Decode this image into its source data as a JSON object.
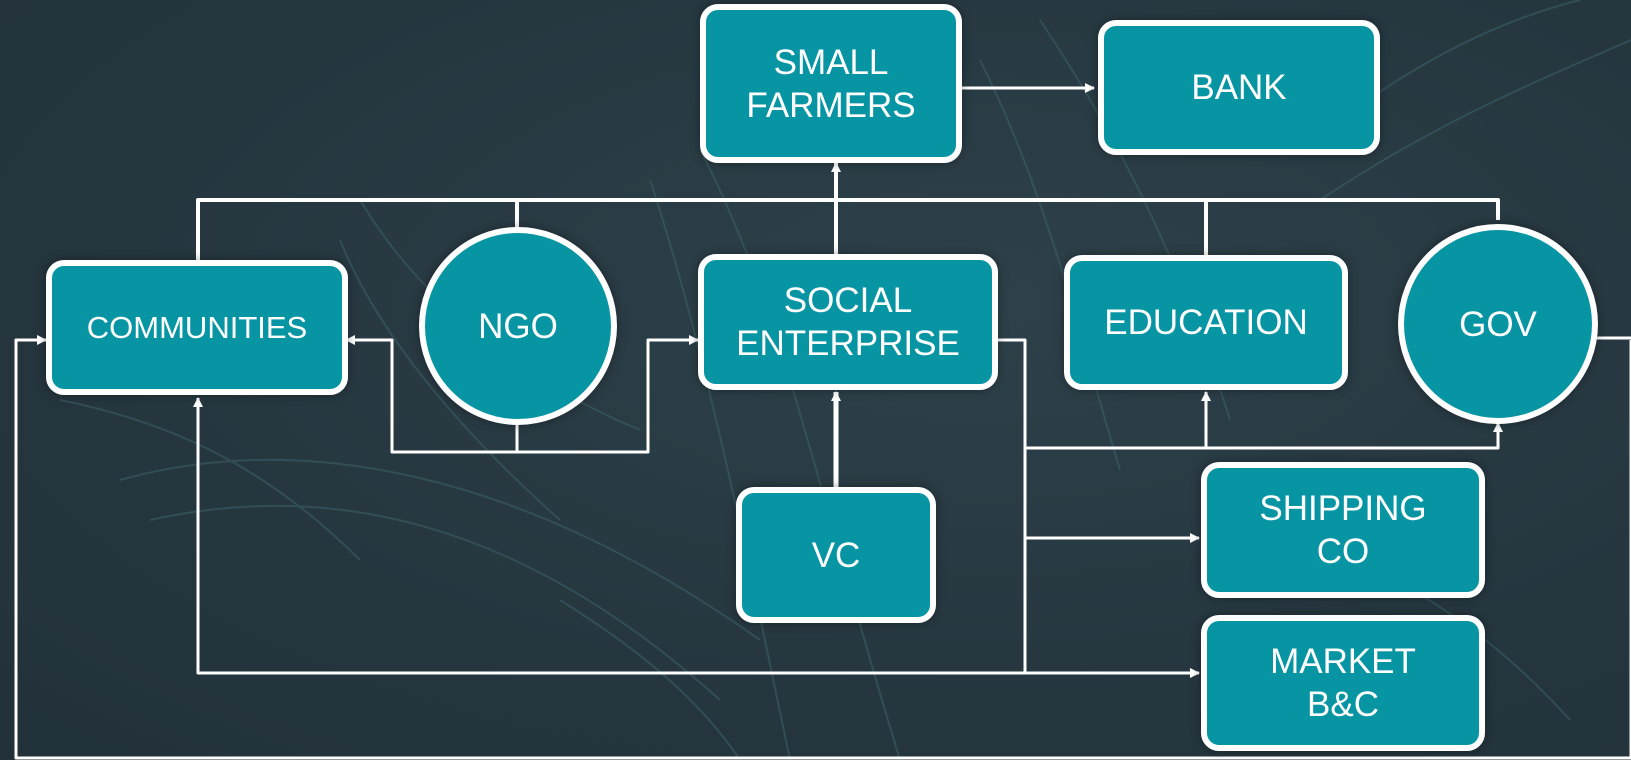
{
  "nodes": {
    "small_farmers": "SMALL\nFARMERS",
    "bank": "BANK",
    "communities": "COMMUNITIES",
    "ngo": "NGO",
    "social_enterprise": "SOCIAL\nENTERPRISE",
    "education": "EDUCATION",
    "gov": "GOV",
    "vc": "VC",
    "shipping_co": "SHIPPING\nCO",
    "market": "MARKET\nB&C"
  },
  "colors": {
    "background": "#26363f",
    "node_fill": "#0795a4",
    "node_border": "#ffffff",
    "connector": "#ffffff"
  }
}
